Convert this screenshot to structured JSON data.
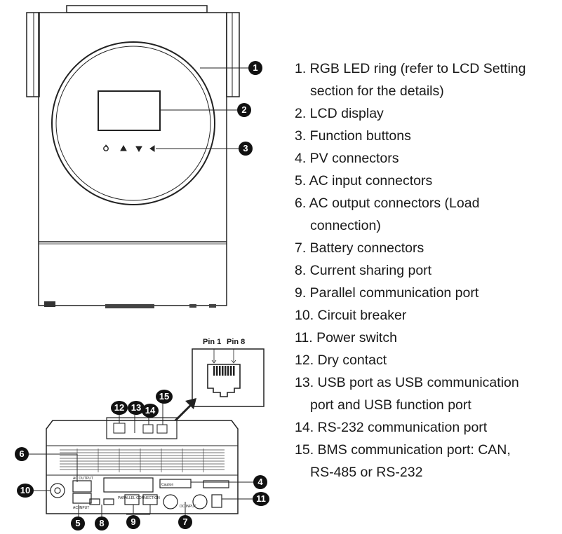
{
  "legend": [
    {
      "line1": "1. RGB LED ring (refer to LCD Setting",
      "line2": "section for the details)"
    },
    {
      "line1": "2. LCD display"
    },
    {
      "line1": "3. Function buttons"
    },
    {
      "line1": "4. PV connectors"
    },
    {
      "line1": "5. AC input connectors"
    },
    {
      "line1": "6. AC output connectors (Load",
      "line2": "connection)"
    },
    {
      "line1": "7. Battery connectors"
    },
    {
      "line1": "8. Current sharing port"
    },
    {
      "line1": "9. Parallel communication port"
    },
    {
      "line1": "10. Circuit breaker"
    },
    {
      "line1": "11. Power switch"
    },
    {
      "line1": "12. Dry contact"
    },
    {
      "line1": "13. USB port as USB communication",
      "line2": "port and USB function port"
    },
    {
      "line1": "14. RS-232 communication port"
    },
    {
      "line1": "15. BMS communication port: CAN,",
      "line2": "RS-485 or RS-232"
    }
  ],
  "callouts": {
    "c1": "1",
    "c2": "2",
    "c3": "3",
    "c4": "4",
    "c5": "5",
    "c6": "6",
    "c7": "7",
    "c8": "8",
    "c9": "9",
    "c10": "10",
    "c11": "11",
    "c12": "12",
    "c13": "13",
    "c14": "14",
    "c15": "15"
  },
  "pins": {
    "pin1": "Pin 1",
    "pin8": "Pin 8"
  },
  "rear_labels": {
    "caution": "Caution",
    "parallel": "PARALLEL CONNECTION",
    "ac_output": "AC OUTPUT",
    "ac_input": "AC INPUT",
    "dc_input": "DC INPUT"
  },
  "colors": {
    "ink": "#1a1a1a",
    "callout_bg": "#111111"
  }
}
